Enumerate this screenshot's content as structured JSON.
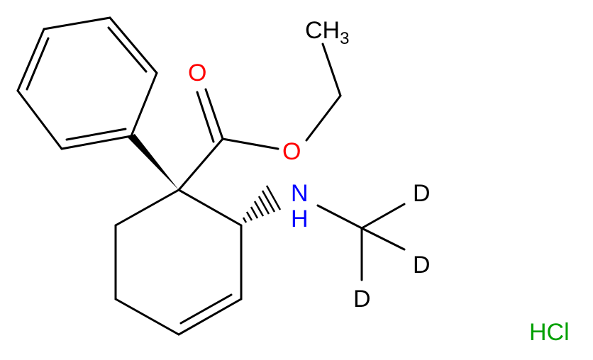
{
  "labels": {
    "ch3": "CH",
    "ch3_sub": "3",
    "o_carbonyl": "O",
    "o_ester": "O",
    "n": "N",
    "h": "H",
    "d1": "D",
    "d2": "D",
    "d3": "D",
    "salt": "HCl"
  },
  "colors": {
    "bond": "#000000",
    "oxygen": "#ff0000",
    "nitrogen": "#0000ff",
    "deuterium": "#000000",
    "chlorine": "#00a000",
    "carbon": "#000000"
  }
}
